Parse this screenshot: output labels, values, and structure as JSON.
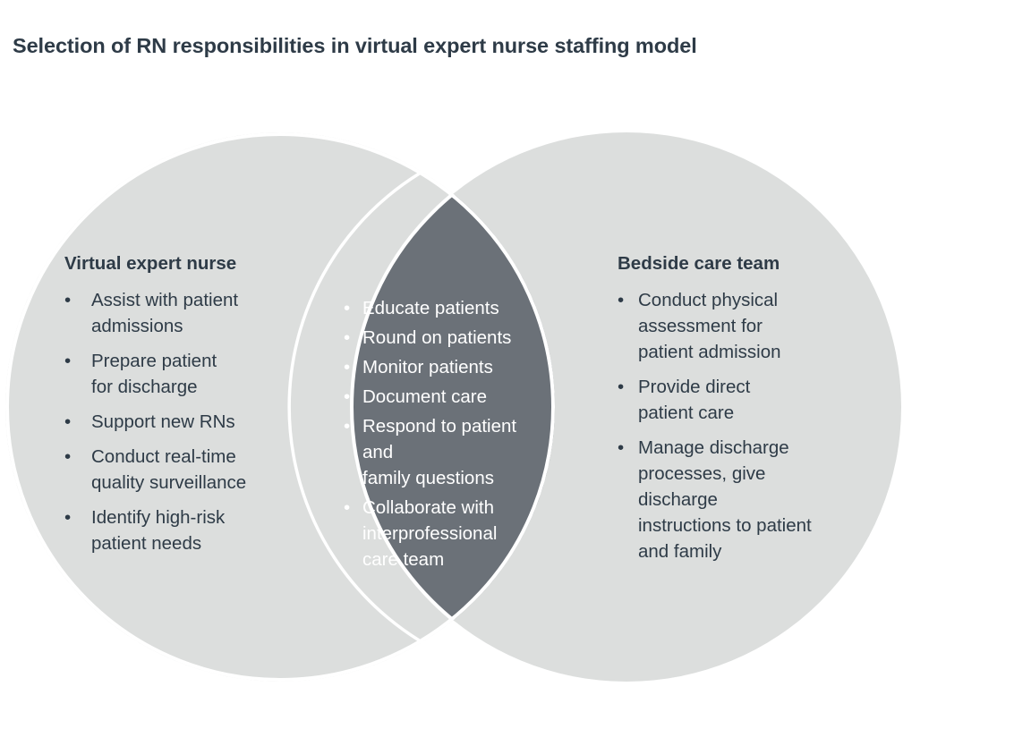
{
  "title": "Selection of RN responsibilities in virtual expert nurse staffing model",
  "colors": {
    "circle_fill": "#dcdedd",
    "overlap_fill": "#6b7178",
    "text_dark": "#2e3b47",
    "text_light": "#ffffff",
    "background": "#ffffff",
    "separator_stroke": "#ffffff"
  },
  "bullet_glyph": "•",
  "venn": {
    "left": {
      "heading": "Virtual expert nurse",
      "items": [
        "Assist with patient\nadmissions",
        "Prepare patient\nfor discharge",
        "Support new RNs",
        "Conduct real-time\nquality surveillance",
        "Identify high-risk\npatient needs"
      ]
    },
    "center": {
      "heading": "",
      "items": [
        "Educate patients",
        "Round on patients",
        "Monitor patients",
        "Document care",
        "Respond to patient\nand\nfamily questions",
        "Collaborate with\ninterprofessional\ncare team"
      ]
    },
    "right": {
      "heading": "Bedside care team",
      "items": [
        "Conduct physical\nassessment for\npatient admission",
        "Provide direct\npatient care",
        "Manage discharge\nprocesses, give\ndischarge\ninstructions to patient\nand family"
      ]
    }
  }
}
